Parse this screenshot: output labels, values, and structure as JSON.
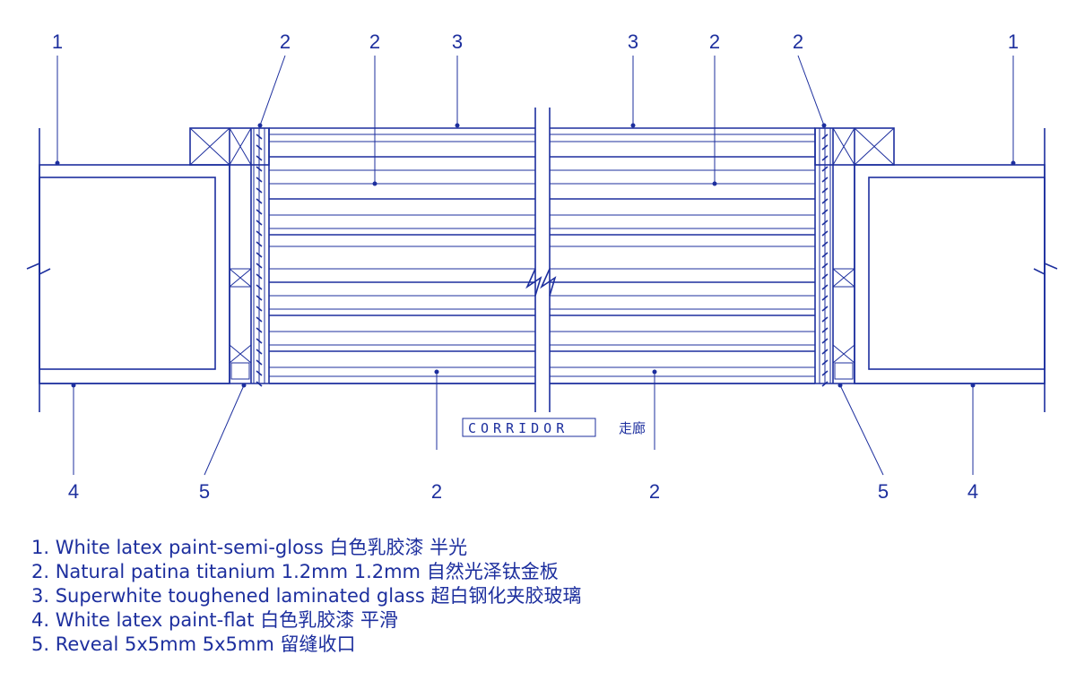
{
  "colors": {
    "ink": "#1d2f9e"
  },
  "callouts_top": [
    "1",
    "2",
    "2",
    "3",
    "3",
    "2",
    "2",
    "1"
  ],
  "callouts_bottom": [
    "4",
    "5",
    "2",
    "2",
    "5",
    "4"
  ],
  "corridor": {
    "label": "CORRIDOR",
    "label_cn": "走廊"
  },
  "legend": [
    "1. White latex paint-semi-gloss  白色乳胶漆 半光",
    "2. Natural patina titanium 1.2mm  1.2mm 自然光泽钛金板",
    "3. Superwhite toughened laminated glass  超白钢化夹胶玻璃",
    "4. White latex paint-flat 白色乳胶漆 平滑",
    "5. Reveal 5x5mm  5x5mm 留缝收口"
  ]
}
